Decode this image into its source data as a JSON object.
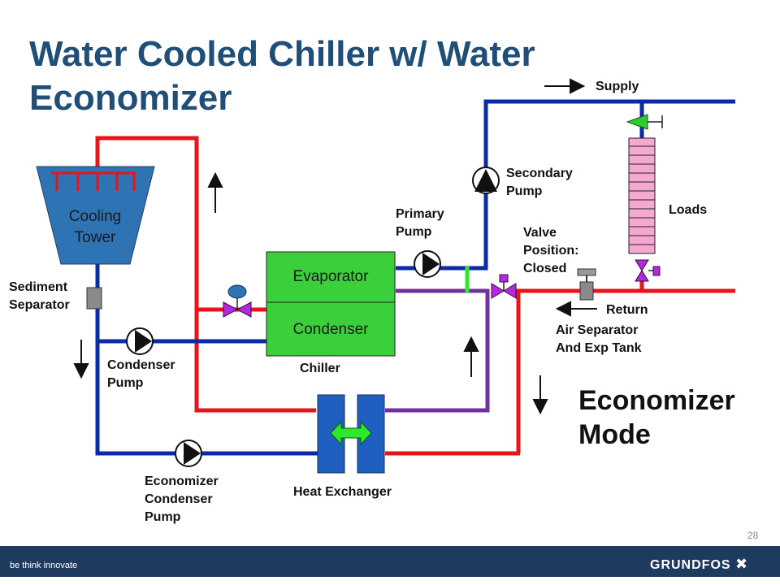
{
  "title": "Water Cooled Chiller w/ Water Economizer",
  "mode": "Economizer\nMode",
  "labels": {
    "supply": "Supply",
    "return": "Return",
    "loads": "Loads",
    "cooling_tower": "Cooling\nTower",
    "evaporator": "Evaporator",
    "condenser": "Condenser",
    "chiller": "Chiller",
    "sediment_separator": "Sediment\nSeparator",
    "condenser_pump": "Condenser\nPump",
    "economizer_condenser_pump": "Economizer\nCondenser\nPump",
    "heat_exchanger": "Heat Exchanger",
    "primary_pump": "Primary\nPump",
    "secondary_pump": "Secondary\nPump",
    "valve_position": "Valve\nPosition:\nClosed",
    "air_separator": "Air Separator\nAnd Exp Tank"
  },
  "footer": {
    "page_number": "28",
    "tagline": "be think innovate",
    "brand": "GRUNDFOS"
  },
  "colors": {
    "title": "#1f4e79",
    "hot_pipe": "#e8141a",
    "cold_pipe": "#0a2aa8",
    "mixed_pipe": "#7030a0",
    "green_line": "#2ee82e",
    "tower_fill": "#2e74b5",
    "chiller_fill": "#3ccf3c",
    "hx_fill": "#1f5fbf",
    "loads_fill": "#f5a8d0",
    "valve_fill": "#b42adb",
    "footer_bg": "#1f3a5f"
  }
}
